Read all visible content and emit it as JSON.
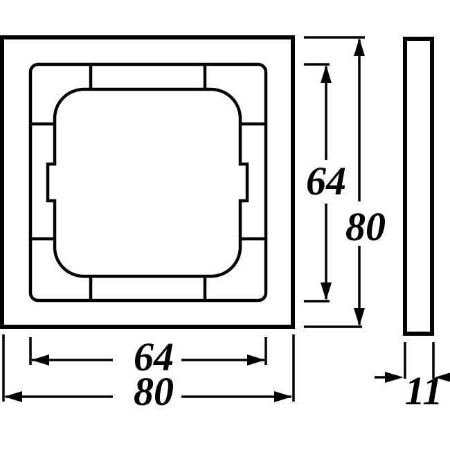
{
  "drawing": {
    "background_color": "#ffffff",
    "line_color": "#000000",
    "dimensions": {
      "front_inner_height": "64",
      "front_outer_height": "80",
      "front_inner_width": "64",
      "front_outer_width": "80",
      "side_depth": "11"
    }
  }
}
